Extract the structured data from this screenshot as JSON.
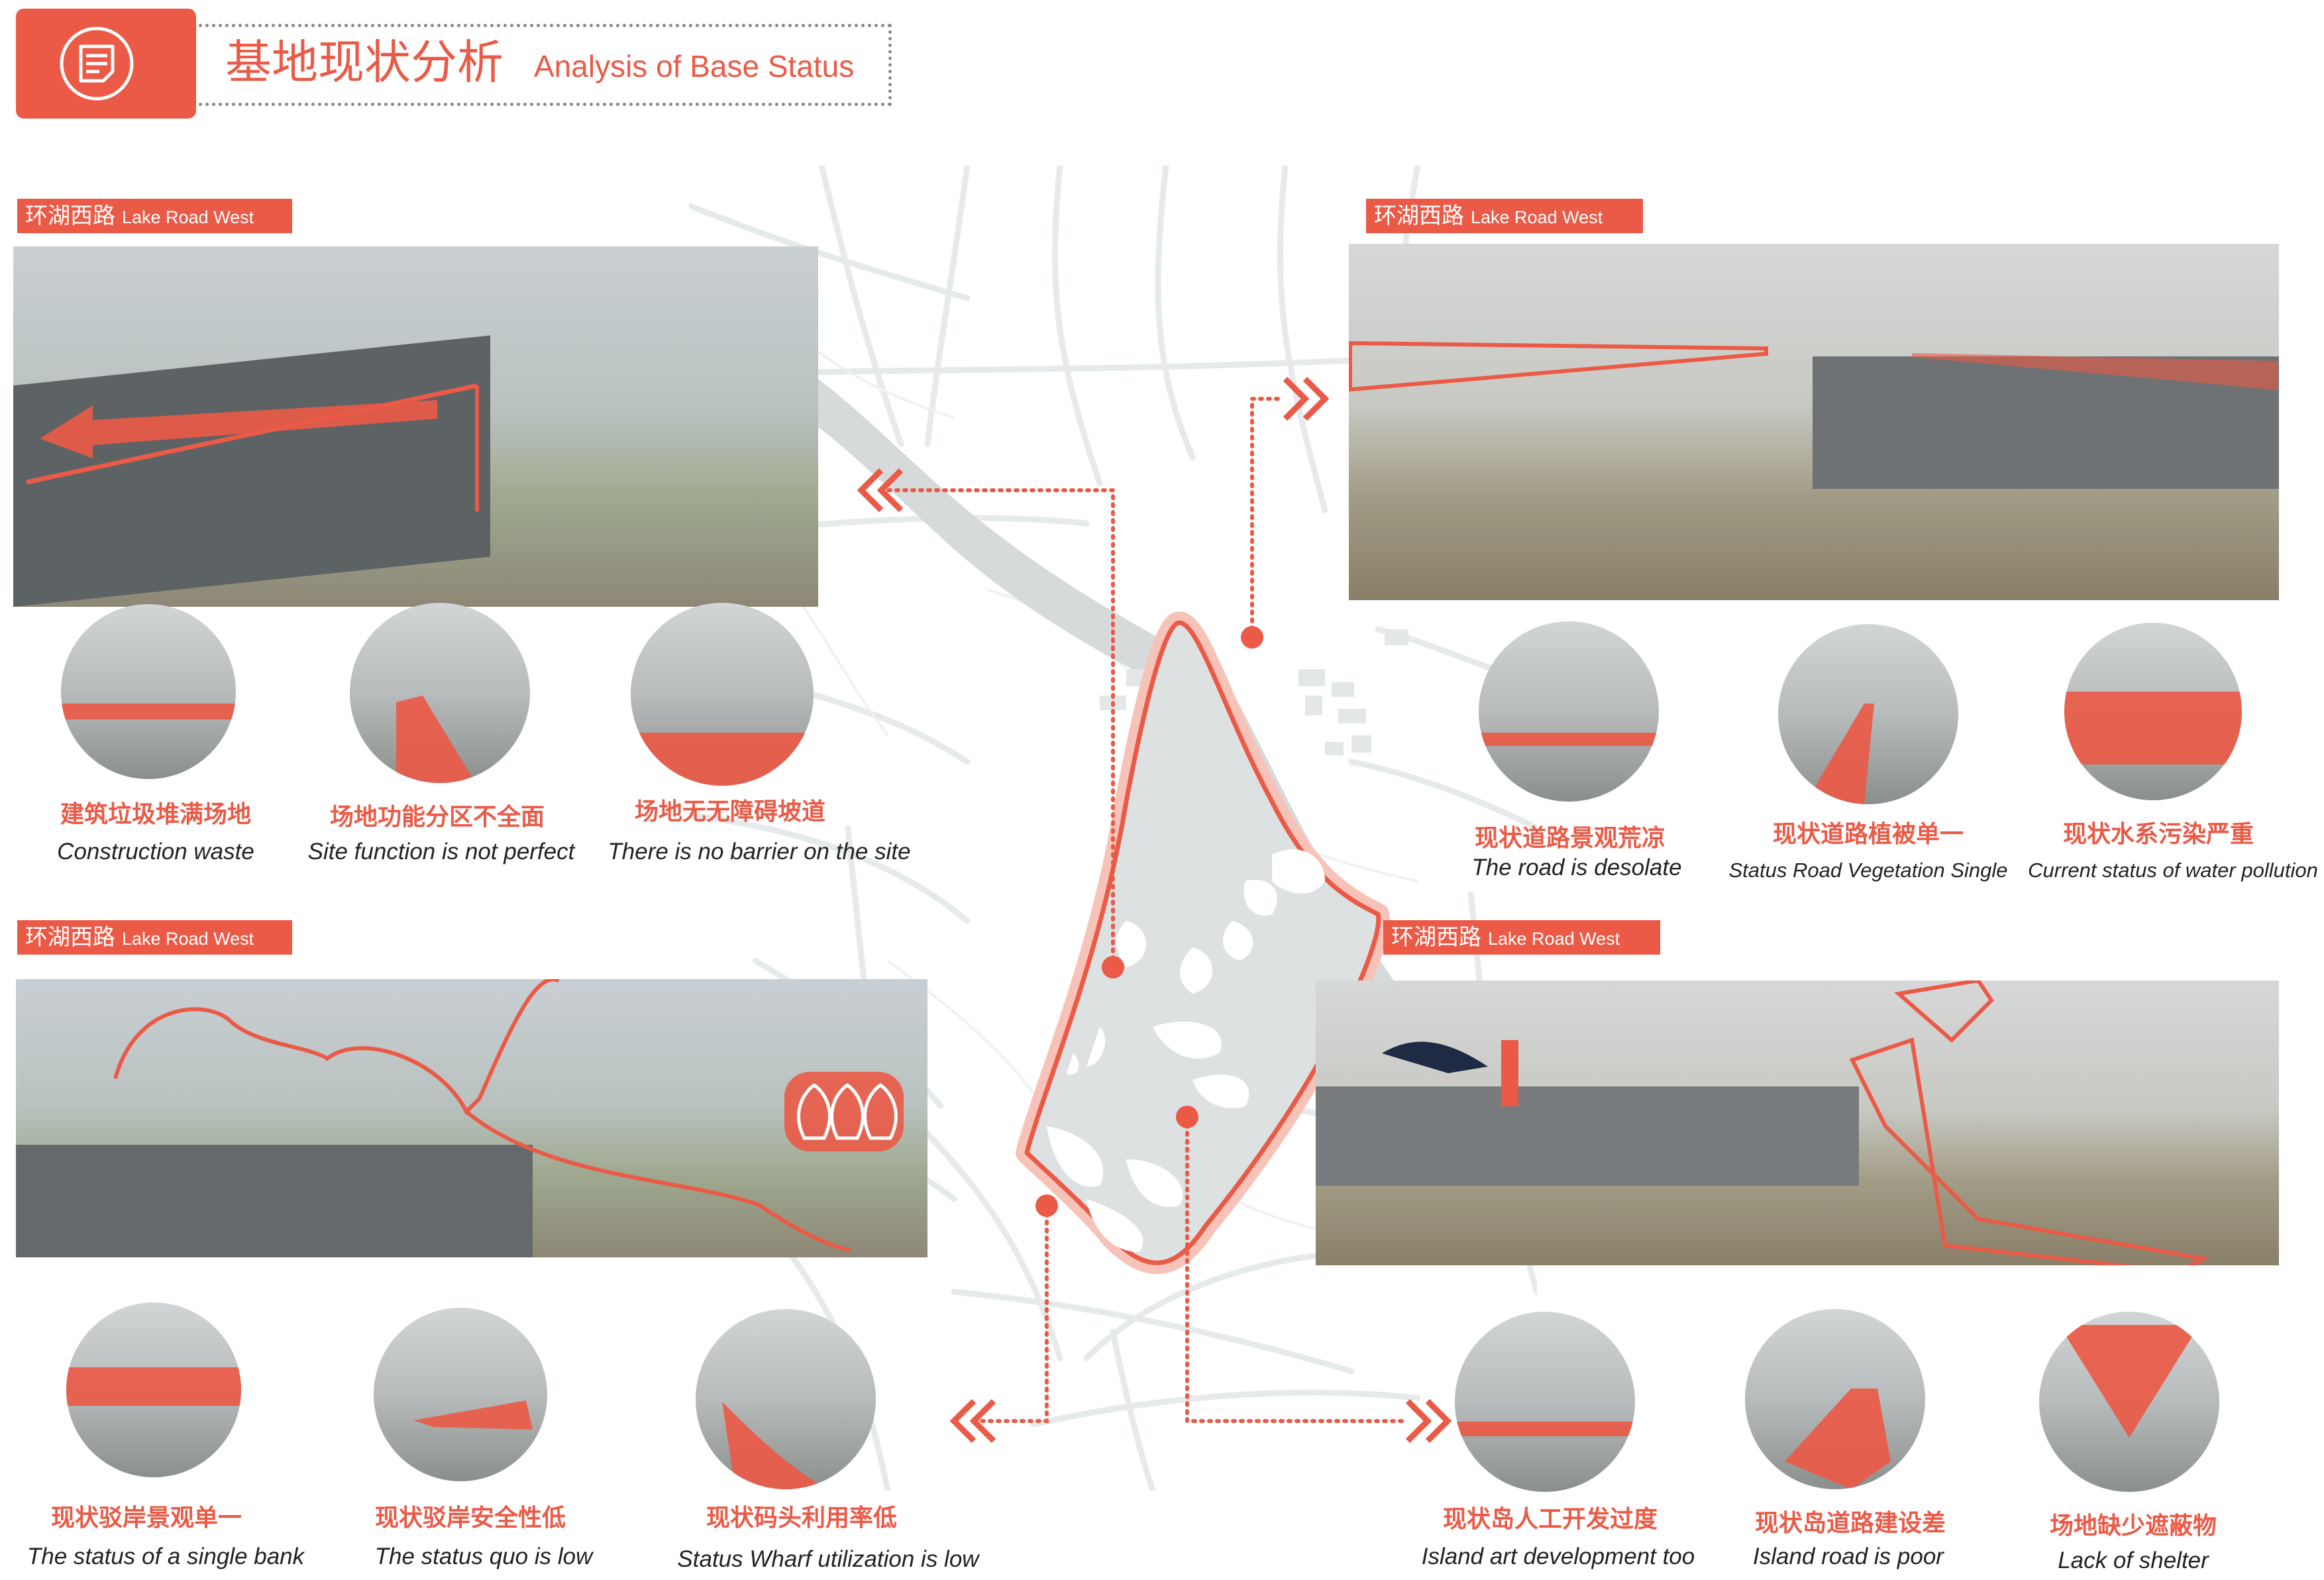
{
  "header": {
    "title_cn": "基地现状分析",
    "title_en": "Analysis of Base Status",
    "icon": "document-icon"
  },
  "panels": [
    {
      "tag_cn": "环湖西路",
      "tag_en": "Lake Road West"
    },
    {
      "tag_cn": "环湖西路",
      "tag_en": "Lake Road West"
    },
    {
      "tag_cn": "环湖西路",
      "tag_en": "Lake Road West"
    },
    {
      "tag_cn": "环湖西路",
      "tag_en": "Lake Road West"
    }
  ],
  "issues": [
    {
      "cn": "建筑垃圾堆满场地",
      "en": "Construction waste"
    },
    {
      "cn": "场地功能分区不全面",
      "en": "Site function is not perfect"
    },
    {
      "cn": "场地无无障碍坡道",
      "en": "There is no barrier on the site"
    },
    {
      "cn": "现状道路景观荒凉",
      "en": "The road is desolate"
    },
    {
      "cn": "现状道路植被单一",
      "en": "Status Road Vegetation Single"
    },
    {
      "cn": "现状水系污染严重",
      "en": "Current status of water pollution"
    },
    {
      "cn": "现状驳岸景观单一",
      "en": "The status of a single bank"
    },
    {
      "cn": "现状驳岸安全性低",
      "en": "The status quo is low"
    },
    {
      "cn": "现状码头利用率低",
      "en": "Status Wharf utilization is low"
    },
    {
      "cn": "现状岛人工开发过度",
      "en": "Island art development too"
    },
    {
      "cn": "现状岛道路建设差",
      "en": "Island road is poor"
    },
    {
      "cn": "场地缺少遮蔽物",
      "en": "Lack of shelter"
    }
  ],
  "colors": {
    "accent": "#ea5a46",
    "map_fill": "#dde1e2",
    "map_roads": "#e6eaeb"
  }
}
